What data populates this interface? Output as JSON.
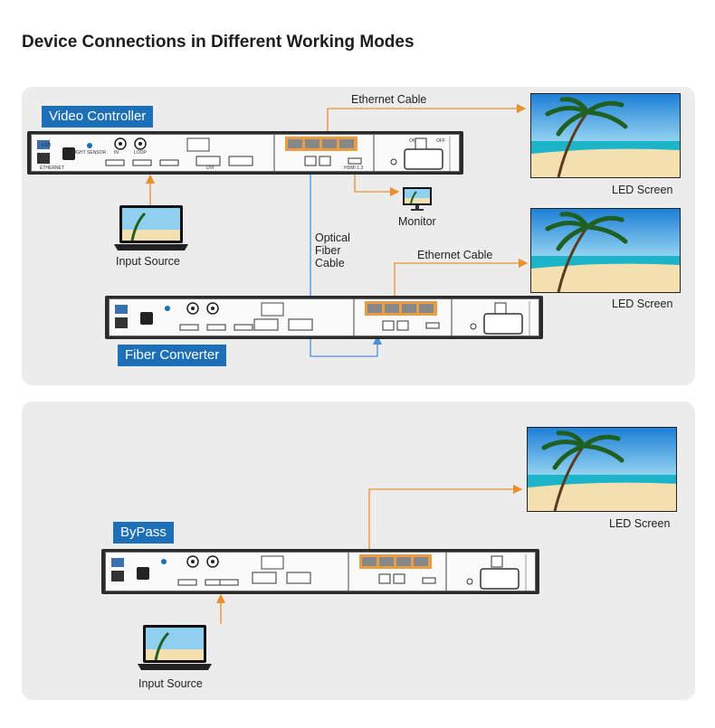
{
  "title": "Device Connections in Different Working Modes",
  "panel_top": {
    "badge_video_controller": "Video Controller",
    "badge_fiber_converter": "Fiber Converter",
    "ethernet_cable_1": "Ethernet Cable",
    "ethernet_cable_2": "Ethernet Cable",
    "optical_line1": "Optical",
    "optical_line2": "Fiber",
    "optical_line3": "Cable",
    "led_screen_1": "LED Screen",
    "led_screen_2": "LED Screen",
    "monitor": "Monitor",
    "input_source": "Input Source"
  },
  "panel_bottom": {
    "badge_bypass": "ByPass",
    "led_screen": "LED Screen",
    "input_source": "Input Source"
  },
  "device_labels": {
    "usb": "USB",
    "ethernet": "ETHERNET",
    "light_sensor": "LIGHT SENSOR",
    "in": "IN",
    "loop": "LOOP",
    "dvi": "DVI",
    "hdmi": "HDMI 1.3",
    "on": "ON",
    "off": "OFF"
  },
  "colors": {
    "badge": "#1d6fb8",
    "ethernet_line": "#e8922e",
    "fiber_line": "#4a90d9",
    "panel": "#ececec",
    "port_orange": "#e8922e"
  }
}
